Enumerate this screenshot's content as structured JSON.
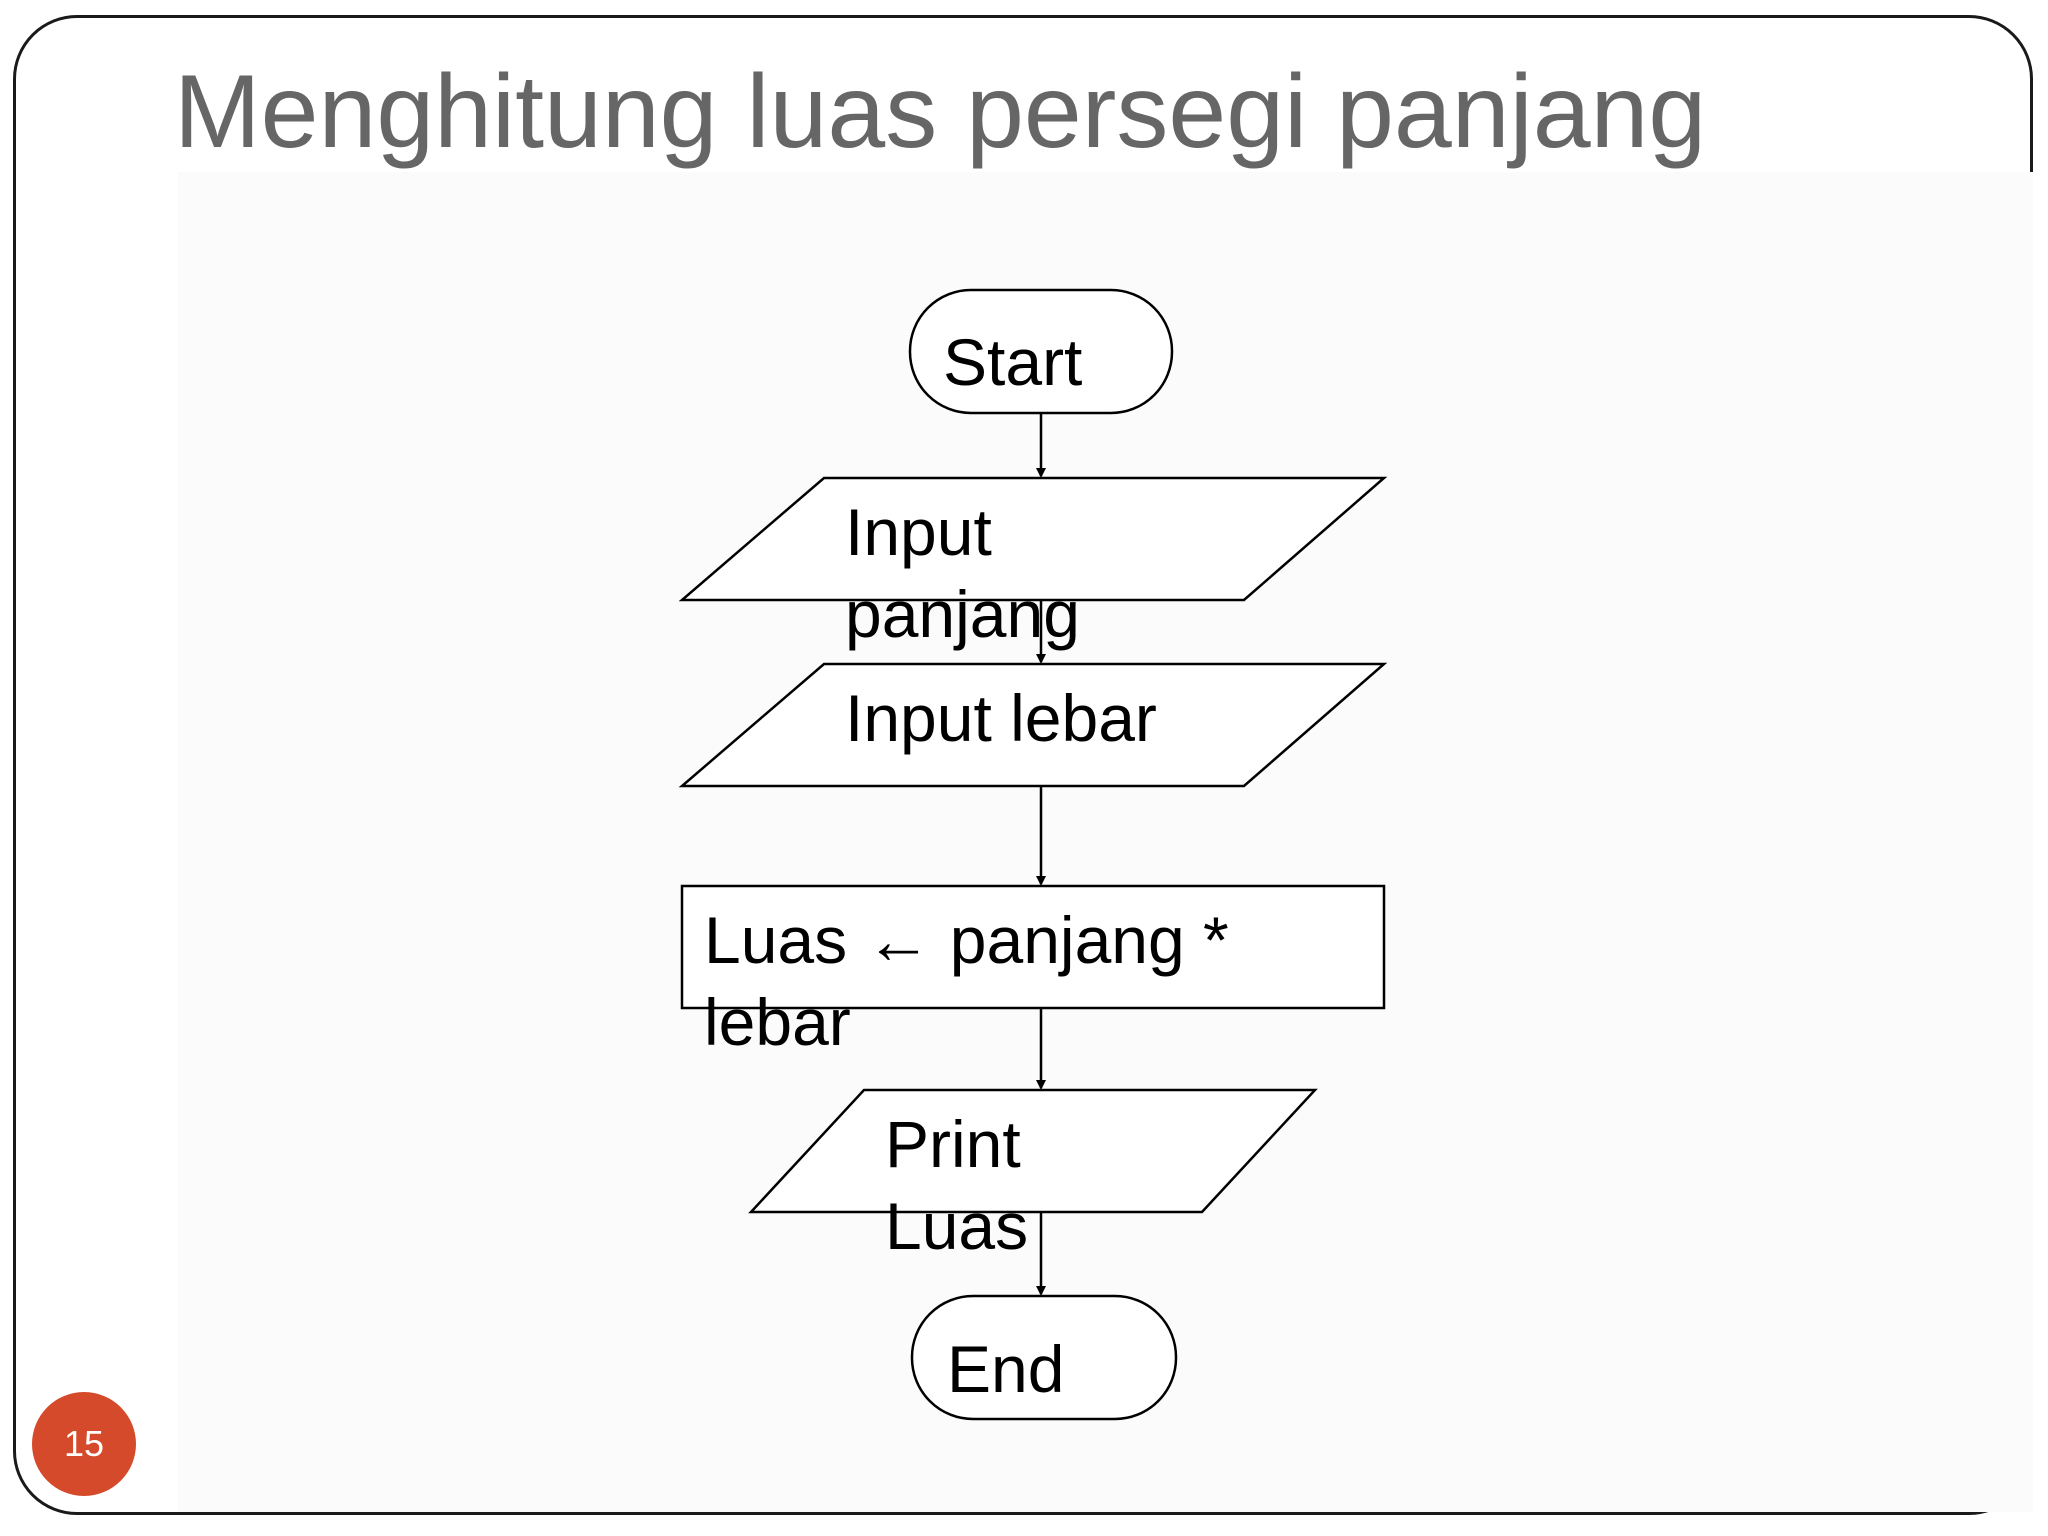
{
  "slide": {
    "title": "Menghitung luas persegi panjang",
    "page_number": "15",
    "badge_color": "#d54a2a"
  },
  "flowchart": {
    "start": "Start",
    "input_panjang": [
      "Input",
      "panjang"
    ],
    "input_lebar": "Input lebar",
    "process": [
      "Luas ← panjang *",
      "lebar"
    ],
    "output": [
      "Print",
      "Luas"
    ],
    "end": "End"
  }
}
